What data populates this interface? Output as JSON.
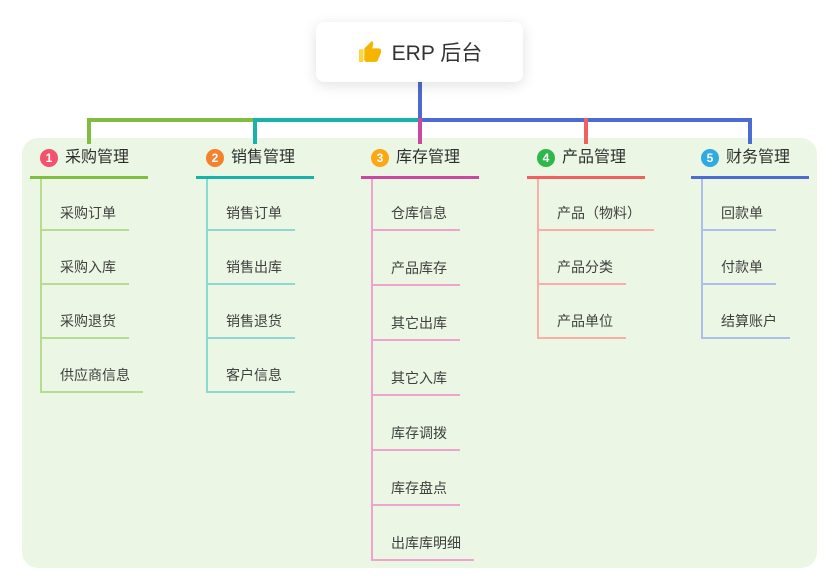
{
  "root": {
    "label": "ERP 后台",
    "icon": "thumbs-up-icon",
    "icon_color": "#f4b400",
    "stem_color": "#5168ce"
  },
  "panel_color": "#ebf7e4",
  "branches": [
    {
      "index": "1",
      "label": "采购管理",
      "colors": {
        "badge": "#f4516c",
        "main": "#82bc41",
        "light": "#b7db90"
      },
      "children": [
        "采购订单",
        "采购入库",
        "采购退货",
        "供应商信息"
      ]
    },
    {
      "index": "2",
      "label": "销售管理",
      "colors": {
        "badge": "#f6812c",
        "main": "#17b3ab",
        "light": "#8ed8d3"
      },
      "children": [
        "销售订单",
        "销售出库",
        "销售退货",
        "客户信息"
      ]
    },
    {
      "index": "3",
      "label": "库存管理",
      "colors": {
        "badge": "#fca713",
        "main": "#c9499e",
        "light": "#eda4cd"
      },
      "children": [
        "仓库信息",
        "产品库存",
        "其它出库",
        "其它入库",
        "库存调拨",
        "库存盘点",
        "出库库明细"
      ]
    },
    {
      "index": "4",
      "label": "产品管理",
      "colors": {
        "badge": "#2eb84c",
        "main": "#f25f5f",
        "light": "#f8aeab"
      },
      "children": [
        "产品（物料）",
        "产品分类",
        "产品单位"
      ]
    },
    {
      "index": "5",
      "label": "财务管理",
      "colors": {
        "badge": "#2fabe1",
        "main": "#4a6cd3",
        "light": "#aebde9"
      },
      "children": [
        "回款单",
        "付款单",
        "结算账户"
      ]
    }
  ]
}
